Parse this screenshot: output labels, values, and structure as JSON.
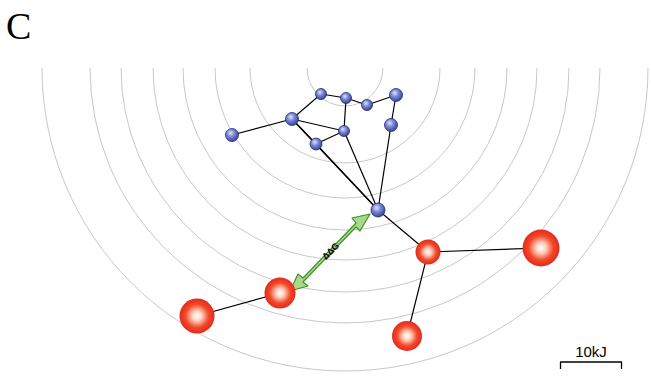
{
  "diagram": {
    "labels": [
      "C",
      "ΔΔG",
      "10kJ"
    ]
  }
}
